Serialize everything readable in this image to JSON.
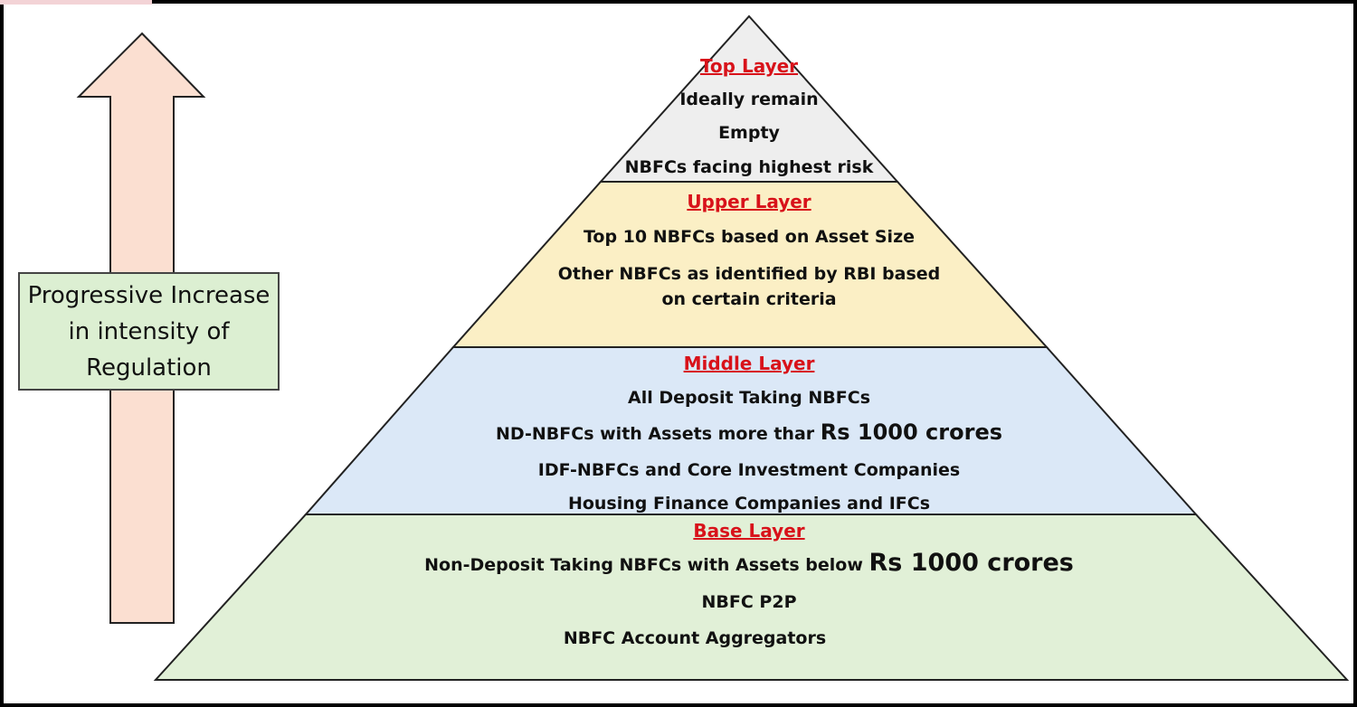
{
  "colors": {
    "top_fill": "#eeeeee",
    "upper_fill": "#fbefc5",
    "middle_fill": "#dbe8f7",
    "base_fill": "#e1f0d7",
    "arrow_fill": "#fbdfd1",
    "title_red": "#d8121a",
    "outline": "#222222"
  },
  "side_label": {
    "text": "Progressive Increase in intensity of Regulation"
  },
  "layers": {
    "top": {
      "title": "Top Layer",
      "line1": "Ideally remain",
      "line2": "Empty",
      "line3": "NBFCs facing highest risk"
    },
    "upper": {
      "title": "Upper Layer",
      "line1": "Top 10 NBFCs based on Asset Size",
      "line2": "Other NBFCs as identified by RBI based on certain criteria"
    },
    "middle": {
      "title": "Middle Layer",
      "line1": "All Deposit Taking NBFCs",
      "line2_prefix": "ND-NBFCs with Assets more thar",
      "line2_amount": "Rs 1000 crores",
      "line3": "IDF-NBFCs and Core Investment Companies",
      "line4": "Housing Finance Companies and IFCs"
    },
    "base": {
      "title": "Base Layer",
      "line1_prefix": "Non-Deposit Taking NBFCs with Assets below",
      "line1_amount": "Rs 1000 crores",
      "line2": "NBFC P2P",
      "line3": "NBFC Account Aggregators"
    }
  }
}
